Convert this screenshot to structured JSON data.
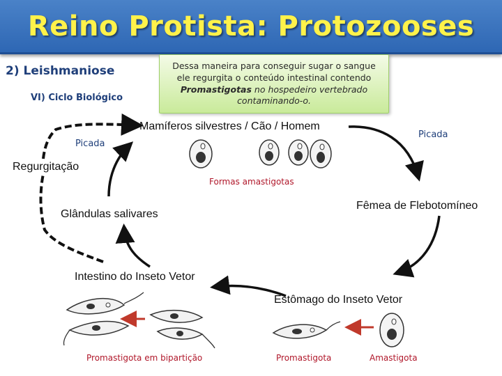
{
  "slide": {
    "title": "Reino Protista: Protozooses",
    "section_heading": "2)  Leishmaniose",
    "subsection": "VI) Ciclo Biológico"
  },
  "note": {
    "line1": "Dessa maneira para conseguir sugar o sangue",
    "line2": "ele regurgita o conteúdo intestinal contendo",
    "line3_bold": "Promastigotas",
    "line3_rest": " no hospedeiro vertebrado",
    "line4": "contaminando-o."
  },
  "cycle": {
    "hosts": "Mamíferos silvestres / Cão / Homem",
    "picada_right": "Picada",
    "picada_left": "Picada",
    "regurgitacao": "Regurgitação",
    "formas_amastigotas": "Formas amastigotas",
    "femea": "Fêmea de Flebotomíneo",
    "glandulas": "Glândulas salivares",
    "intestino": "Intestino do Inseto Vetor",
    "estomago": "Estômago do Inseto Vetor"
  },
  "captions": {
    "promastigota_biparticao": "Promastigota em bipartição",
    "promastigota": "Promastigota",
    "amastigota": "Amastigota"
  },
  "colors": {
    "title_text": "#fff24a",
    "title_bar": "#2e67b4",
    "navy_text": "#1f3f7a",
    "caption_red": "#b0172a",
    "note_box": "#c9ea9a",
    "arrow_red": "#c0392b"
  }
}
